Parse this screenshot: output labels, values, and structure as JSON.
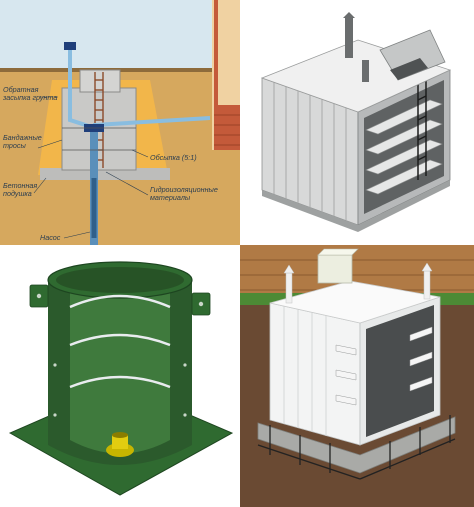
{
  "diagram": {
    "labels": {
      "backfill": [
        "Обратная",
        "засыпка грунта"
      ],
      "bandage": [
        "Бандажные",
        "тросы"
      ],
      "concrete_pad": [
        "Бетонная",
        "подушка"
      ],
      "pump": "Насос",
      "slope": "Обсыпка (5:1)",
      "waterproofing": [
        "Гидроизоляционные",
        "материалы"
      ]
    }
  },
  "colors": {
    "sky": "#d7e7ef",
    "soil": "#d2a35b",
    "sand": "#f1b94a",
    "concrete": "#c7c7c5",
    "pipe": "#7fb3d6",
    "tank_green": "#2b5a2c",
    "brick": "#c45a3a"
  }
}
